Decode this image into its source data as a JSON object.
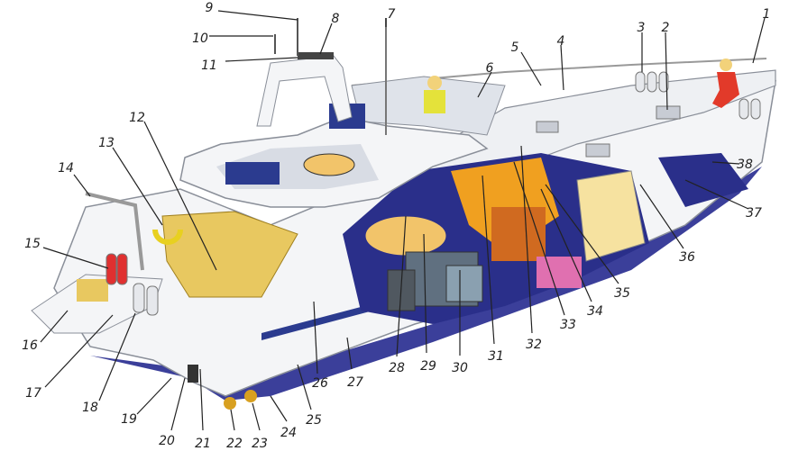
{
  "diagram": {
    "type": "labeled-cutaway",
    "labels": [
      "1",
      "2",
      "3",
      "4",
      "5",
      "6",
      "7",
      "8",
      "9",
      "10",
      "11",
      "12",
      "13",
      "14",
      "15",
      "16",
      "17",
      "18",
      "19",
      "20",
      "21",
      "22",
      "23",
      "24",
      "25",
      "26",
      "27",
      "28",
      "29",
      "30",
      "31",
      "32",
      "33",
      "34",
      "35",
      "36",
      "37",
      "38"
    ]
  },
  "colors": {
    "hull": "#f4f5f7",
    "hull_outline": "#8a8f99",
    "bottom": "#3b3f9a",
    "interior_orange": "#f0a020",
    "interior_blue": "#2a2f8a",
    "deck_wood": "#e8c860",
    "seat_blue": "#2b3b8f",
    "engine": "#607080"
  }
}
